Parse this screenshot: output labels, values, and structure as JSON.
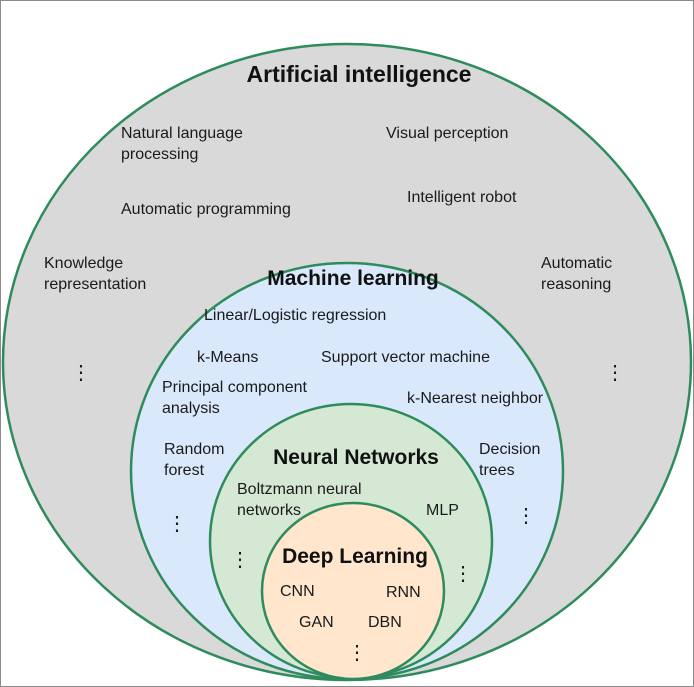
{
  "colors": {
    "ring_stroke": "#2e8b5c",
    "artificial_intelligence_fill": "#d9d9d9",
    "machine_learning_fill": "#dae8fc",
    "neural_networks_fill": "#d5e8d4",
    "deep_learning_fill": "#ffe6cc"
  },
  "artificial_intelligence": {
    "title": "Artificial intelligence",
    "items": {
      "nlp": "Natural language\nprocessing",
      "visual_perception": "Visual perception",
      "automatic_programming": "Automatic programming",
      "intelligent_robot": "Intelligent robot",
      "knowledge_representation": "Knowledge\nrepresentation",
      "automatic_reasoning": "Automatic\nreasoning"
    },
    "ellipsis": "⋮"
  },
  "machine_learning": {
    "title": "Machine learning",
    "items": {
      "regression": "Linear/Logistic regression",
      "kmeans": "k-Means",
      "svm": "Support vector machine",
      "pca": "Principal component\nanalysis",
      "knn": "k-Nearest neighbor",
      "random_forest": "Random\nforest",
      "decision_trees": "Decision\ntrees"
    },
    "ellipsis": "⋮"
  },
  "neural_networks": {
    "title": "Neural Networks",
    "items": {
      "boltzmann": "Boltzmann neural\nnetworks",
      "mlp": "MLP"
    },
    "ellipsis": "⋮"
  },
  "deep_learning": {
    "title": "Deep Learning",
    "items": {
      "cnn": "CNN",
      "rnn": "RNN",
      "gan": "GAN",
      "dbn": "DBN"
    },
    "ellipsis": "⋮"
  }
}
